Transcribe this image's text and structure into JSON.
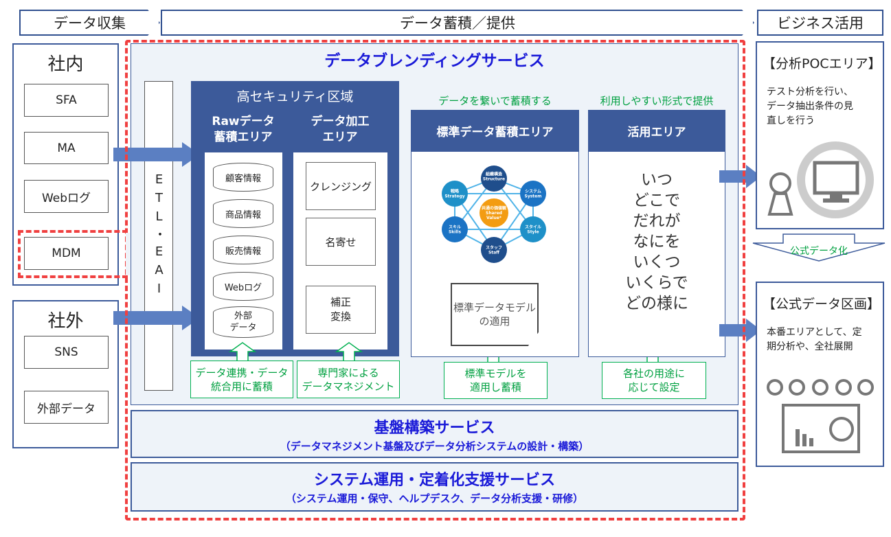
{
  "stages": {
    "collect": "データ収集",
    "store": "データ蓄積／提供",
    "business": "ビジネス活用"
  },
  "internal": {
    "title": "社内",
    "items": [
      "SFA",
      "MA",
      "Webログ",
      "MDM"
    ]
  },
  "external": {
    "title": "社外",
    "items": [
      "SNS",
      "外部データ"
    ]
  },
  "blending": {
    "title": "データブレンディングサービス"
  },
  "etl": {
    "label": "ETL・EAI"
  },
  "security": {
    "title": "高セキュリティ区域",
    "raw_title": "Rawデータ\n蓄積エリア",
    "proc_title": "データ加工\nエリア",
    "raw_items": [
      "顧客情報",
      "商品情報",
      "販売情報",
      "Webログ",
      "外部\nデータ"
    ],
    "proc_items": [
      "クレンジング",
      "名寄せ",
      "補正\n変換"
    ],
    "raw_caption": "データ連携・データ\n統合用に蓄積",
    "proc_caption": "専門家による\nデータマネジメント"
  },
  "standard": {
    "tagline": "データを繋いで蓄積する",
    "title": "標準データ蓄積エリア",
    "model": "標準データモデル\nの適用",
    "caption": "標準モデルを\n適用し蓄積",
    "seven_s": {
      "center": "共通の価値観\nShared\nValue*",
      "nodes": [
        "組織構造\nStructure",
        "システム\nSystem",
        "スタイル\nStyle",
        "スタッフ\nStaff",
        "スキル\nSkills",
        "戦略\nStrategy"
      ]
    }
  },
  "usage": {
    "tagline": "利用しやすい形式で提供",
    "title": "活用エリア",
    "lines": [
      "いつ",
      "どこで",
      "だれが",
      "なにを",
      "いくつ",
      "いくらで",
      "どの様に"
    ],
    "caption": "各社の用途に\n応じて設定"
  },
  "poc": {
    "title": "【分析POCエリア】",
    "desc": "テスト分析を行い、\nデータ抽出条件の見\n直しを行う"
  },
  "official_arrow": "公式データ化",
  "official": {
    "title": "【公式データ区画】",
    "desc": "本番エリアとして、定\n期分析や、全社展開"
  },
  "infra": {
    "title": "基盤構築サービス",
    "sub": "（データマネジメント基盤及びデータ分析システムの設計・構築）"
  },
  "ops": {
    "title": "システム運用・定着化支援サービス",
    "sub": "（システム運用・保守、ヘルプデスク、データ分析支援・研修）"
  }
}
